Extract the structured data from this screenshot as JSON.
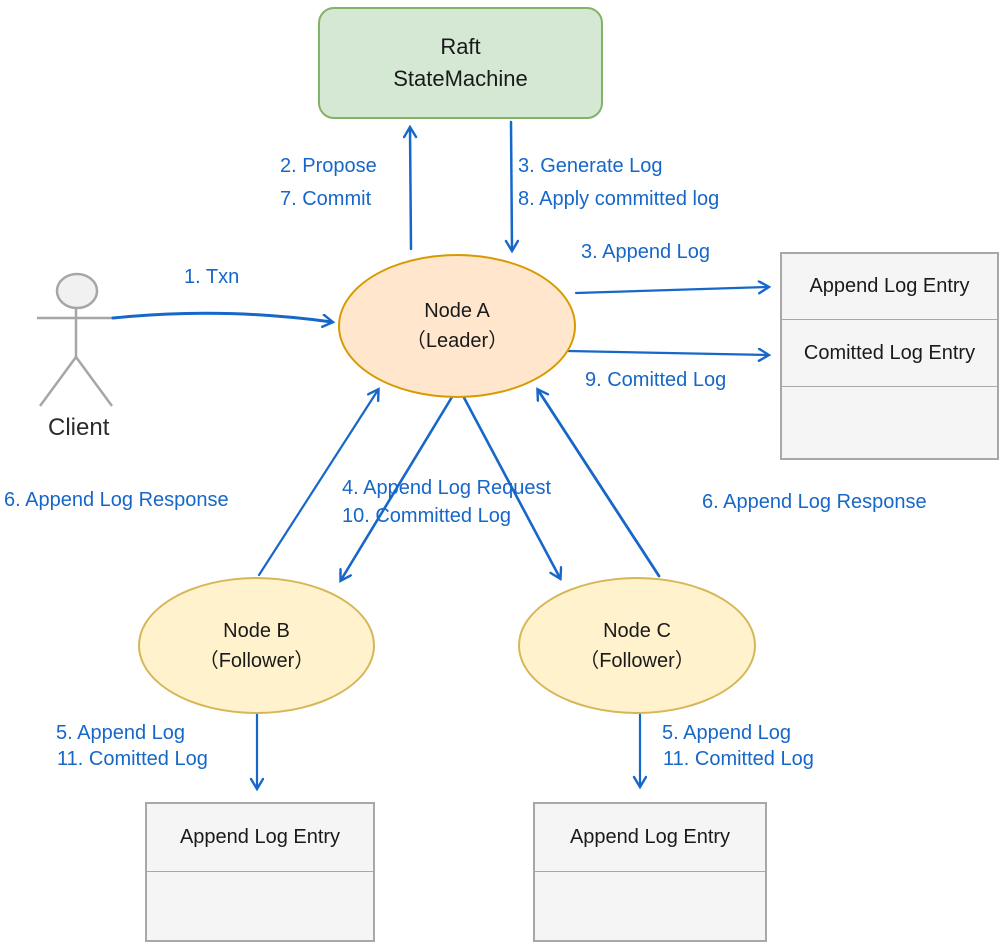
{
  "colors": {
    "accent": "#1667C9",
    "green-fill": "#D5E8D4",
    "green-stroke": "#82B366",
    "orange-fill": "#FFE6CC",
    "orange-stroke": "#D79B00",
    "yellow-fill": "#FFF2CC",
    "yellow-stroke": "#D6B656",
    "table-fill": "#F5F5F5",
    "table-stroke": "#A8A8A8",
    "gray-stroke": "#A6A6A6"
  },
  "state_machine": {
    "line1": "Raft",
    "line2": "StateMachine"
  },
  "nodes": {
    "leader": {
      "name": "Node A",
      "role": "（Leader）"
    },
    "follower_b": {
      "name": "Node B",
      "role": "（Follower）"
    },
    "follower_c": {
      "name": "Node C",
      "role": "（Follower）"
    }
  },
  "client": {
    "label": "Client"
  },
  "leader_log_table": {
    "rows": [
      "Append Log Entry",
      "Comitted Log Entry",
      ""
    ]
  },
  "follower_b_log_table": {
    "rows": [
      "Append Log Entry",
      ""
    ]
  },
  "follower_c_log_table": {
    "rows": [
      "Append Log Entry",
      ""
    ]
  },
  "edge_labels": {
    "txn": "1. Txn",
    "propose": "2. Propose",
    "commit": "7. Commit",
    "generate_log": "3. Generate Log",
    "apply_committed_log": "8. Apply committed log",
    "append_log_leader": "3. Append Log",
    "comitted_log_leader": "9. Comitted Log",
    "append_log_response_left": "6. Append Log Response",
    "append_log_request": "4. Append Log Request",
    "committed_log": "10. Committed Log",
    "append_log_response_right": "6. Append Log Response",
    "append_log_b": "5. Append Log",
    "comitted_log_b": "11. Comitted Log",
    "append_log_c": "5. Append Log",
    "comitted_log_c": "11. Comitted Log"
  }
}
